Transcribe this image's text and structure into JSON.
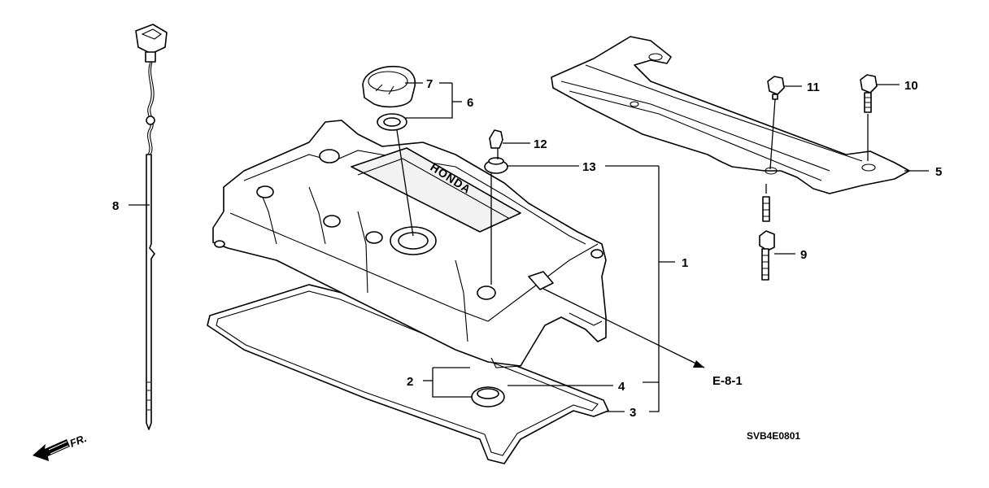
{
  "callouts": {
    "c1": "1",
    "c2": "2",
    "c3": "3",
    "c4": "4",
    "c5": "5",
    "c6": "6",
    "c7": "7",
    "c8": "8",
    "c9": "9",
    "c10": "10",
    "c11": "11",
    "c12": "12",
    "c13": "13"
  },
  "reference": "E-8-1",
  "diagram_code": "SVB4E0801",
  "direction_label": "FR.",
  "embossed_text": "HONDA",
  "icons": {
    "front_arrow": "front-direction-arrow-icon"
  }
}
